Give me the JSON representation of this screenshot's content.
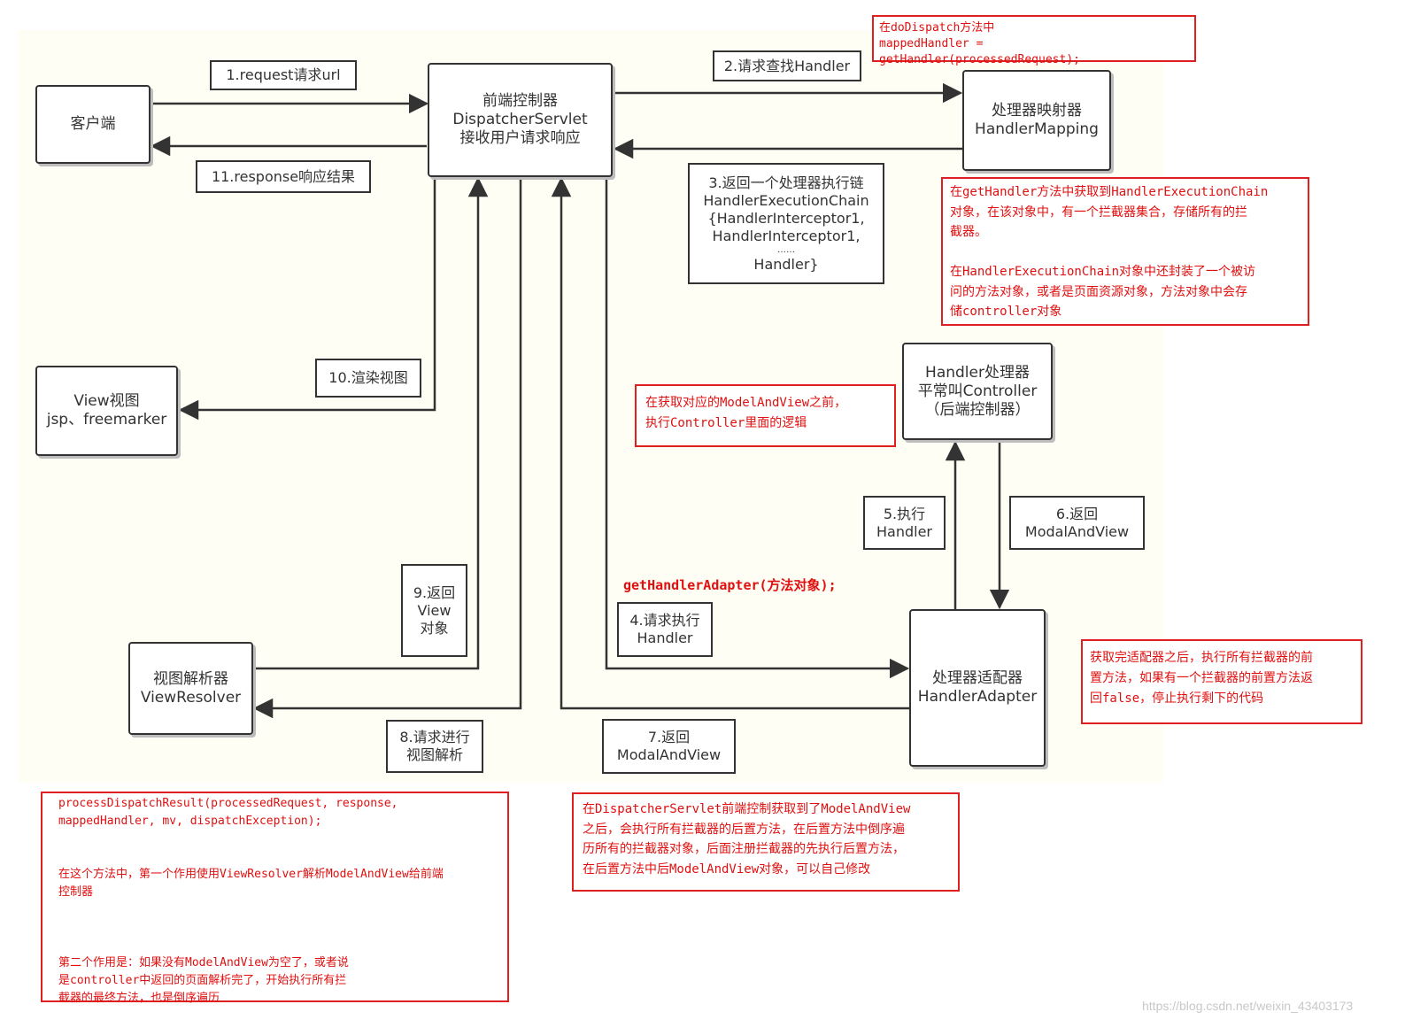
{
  "nodes": {
    "client": [
      "客户端"
    ],
    "dispatcher": [
      "前端控制器",
      "DispatcherServlet",
      "接收用户请求响应"
    ],
    "mapping": [
      "处理器映射器",
      "HandlerMapping"
    ],
    "view": [
      "View视图",
      "jsp、freemarker"
    ],
    "handler": [
      "Handler处理器",
      "平常叫Controller",
      "（后端控制器）"
    ],
    "resolver": [
      "视图解析器",
      "ViewResolver"
    ],
    "adapter": [
      "处理器适配器",
      "HandlerAdapter"
    ]
  },
  "labels": {
    "step1": [
      "1.request请求url"
    ],
    "step11": [
      "11.response响应结果"
    ],
    "step2": [
      "2.请求查找Handler"
    ],
    "step3": [
      "3.返回一个处理器执行链",
      "HandlerExecutionChain",
      "{HandlerInterceptor1,",
      "HandlerInterceptor1,",
      "……",
      "Handler}"
    ],
    "step10": [
      "10.渲染视图"
    ],
    "step5": [
      "5.执行",
      "Handler"
    ],
    "step6": [
      "6.返回",
      "ModalAndView"
    ],
    "step9": [
      "9.返回",
      "View",
      "对象"
    ],
    "step4": [
      "4.请求执行",
      "Handler"
    ],
    "step8": [
      "8.请求进行",
      "视图解析"
    ],
    "step7": [
      "7.返回",
      "ModalAndView"
    ]
  },
  "notes": {
    "dispatch": "在doDispatch方法中\nmappedHandler = getHandler(processedRequest);",
    "chain": "在getHandler方法中获取到HandlerExecutionChain\n对象，在该对象中，有一个拦截器集合，存储所有的拦\n截器。\n\n在HandlerExecutionChain对象中还封装了一个被访\n问的方法对象，或者是页面资源对象，方法对象中会存\n储controller对象",
    "before_mav": "在获取对应的ModelAndView之前，\n执行Controller里面的逻辑",
    "prehandle": "获取完适配器之后，执行所有拦截器的前\n置方法，如果有一个拦截器的前置方法返\n回false，停止执行剩下的代码",
    "post": "在DispatcherServlet前端控制获取到了ModelAndView\n之后，会执行所有拦截器的后置方法，在后置方法中倒序遍\n历所有的拦截器对象，后面注册拦截器的先执行后置方法，\n在后置方法中后ModelAndView对象，可以自己修改",
    "process": "processDispatchResult(processedRequest, response,\nmappedHandler, mv, dispatchException);\n\n\n在这个方法中，第一个作用使用ViewResolver解析ModelAndView给前端\n控制器\n\n\n\n第二个作用是：如果没有ModelAndView为空了，或者说\n是controller中返回的页面解析完了，开始执行所有拦\n截器的最终方法，也是倒序遍历"
  },
  "adapter_call": "getHandlerAdapter(方法对象);",
  "watermark": "https://blog.csdn.net/weixin_43403173",
  "colors": {
    "note_red": "#e01010",
    "line": "#333333",
    "canvas": "#fefef4"
  }
}
